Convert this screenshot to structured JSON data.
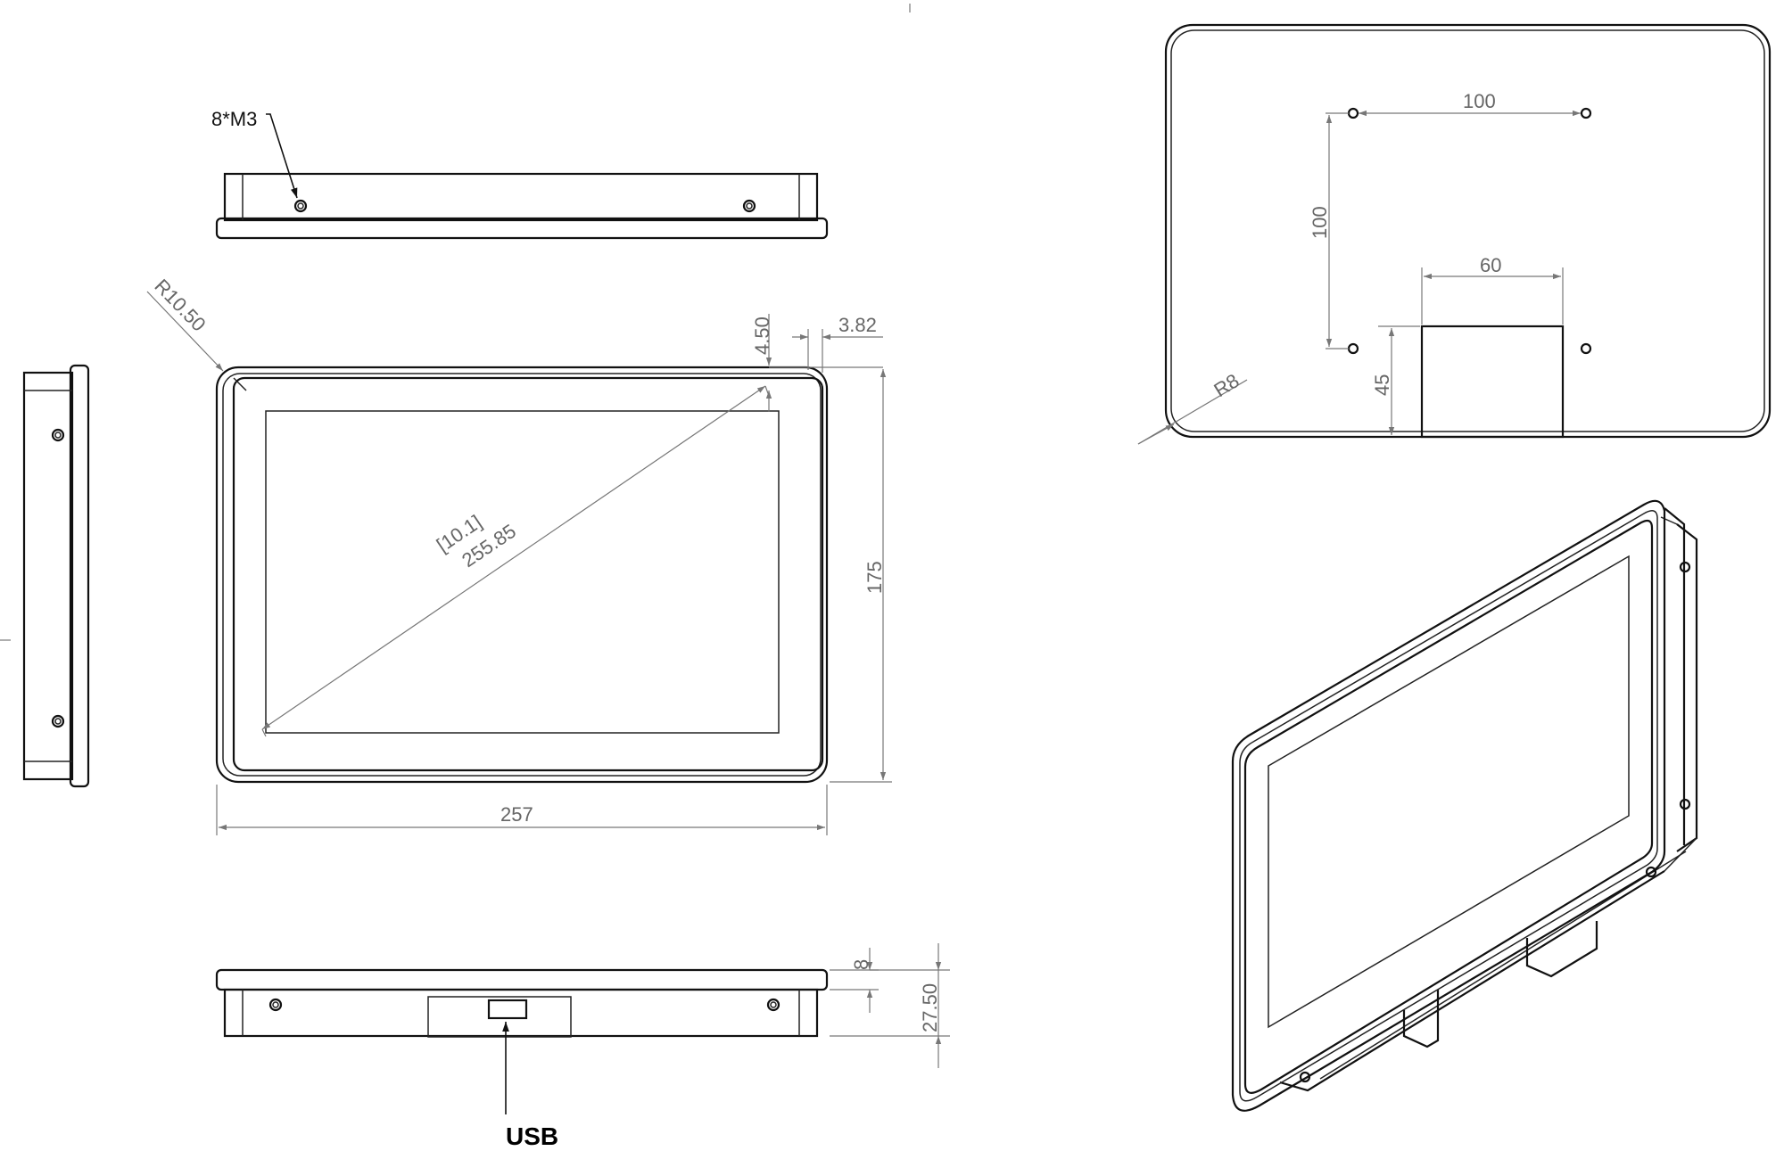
{
  "labels": {
    "screw_callout": "8*M3",
    "usb": "USB"
  },
  "front_view": {
    "corner_radius": "R10.50",
    "bezel_top": "4.50",
    "bezel_side": "3.82",
    "diagonal_inch": "[10.1]",
    "diagonal_mm": "255.85",
    "height": "175",
    "width": "257"
  },
  "bottom_view": {
    "depth_front": "8",
    "depth_total": "27.50"
  },
  "rear_view": {
    "vesa_horizontal": "100",
    "vesa_vertical": "100",
    "port_box_width": "60",
    "port_box_height": "45",
    "corner_radius": "R8"
  }
}
